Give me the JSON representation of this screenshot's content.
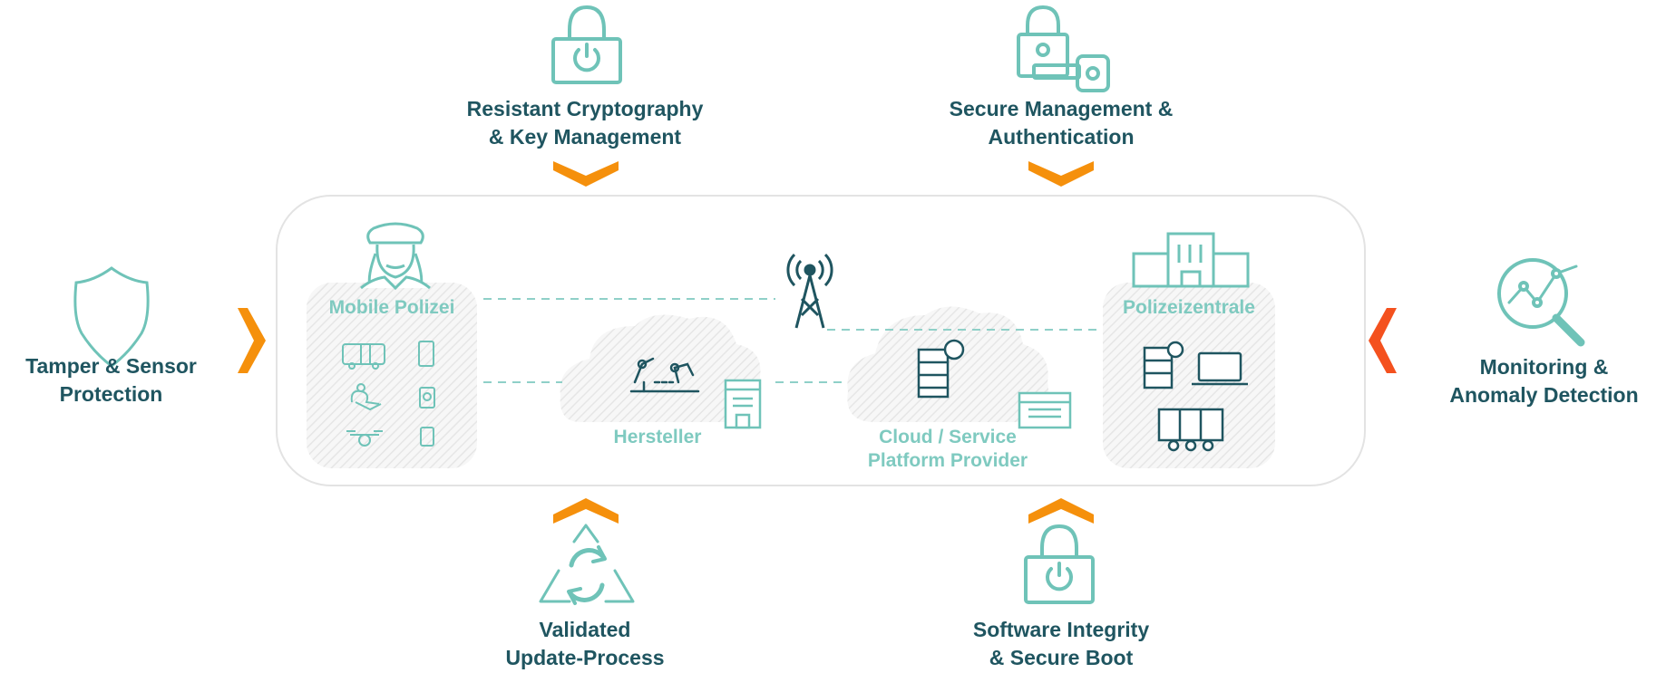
{
  "colors": {
    "teal": "#6fc3b8",
    "dark_text": "#1f5560",
    "light_teal_text": "#7fcac0",
    "orange": "#f5900c",
    "red_orange": "#f4511e",
    "panel_border": "#e3e3e3"
  },
  "measures": {
    "top_left": {
      "icon": "lock-power-icon",
      "line1": "Resistant Cryptography",
      "line2": "& Key Management"
    },
    "top_right": {
      "icon": "lock-key-icon",
      "line1": "Secure Management &",
      "line2": "Authentication"
    },
    "left": {
      "icon": "shield-icon",
      "line1": "Tamper & Sensor",
      "line2": "Protection"
    },
    "right": {
      "icon": "magnifier-chart-icon",
      "line1": "Monitoring &",
      "line2": "Anomaly Detection"
    },
    "bottom_left": {
      "icon": "update-cycle-icon",
      "line1": "Validated",
      "line2": "Update-Process"
    },
    "bottom_right": {
      "icon": "lock-power-icon",
      "line1": "Software Integrity",
      "line2": "& Secure Boot"
    }
  },
  "nodes": {
    "mobile_police": {
      "label": "Mobile Polizei",
      "icon": "police-officer-icon"
    },
    "manufacturer": {
      "label": "Hersteller",
      "icon": "robot-arm-icon"
    },
    "cloud": {
      "line1": "Cloud / Service",
      "line2": "Platform Provider",
      "icon": "server-icon"
    },
    "hq": {
      "label": "Polizeizentrale",
      "icon": "building-icon"
    },
    "tower": {
      "icon": "radio-tower-icon"
    }
  }
}
